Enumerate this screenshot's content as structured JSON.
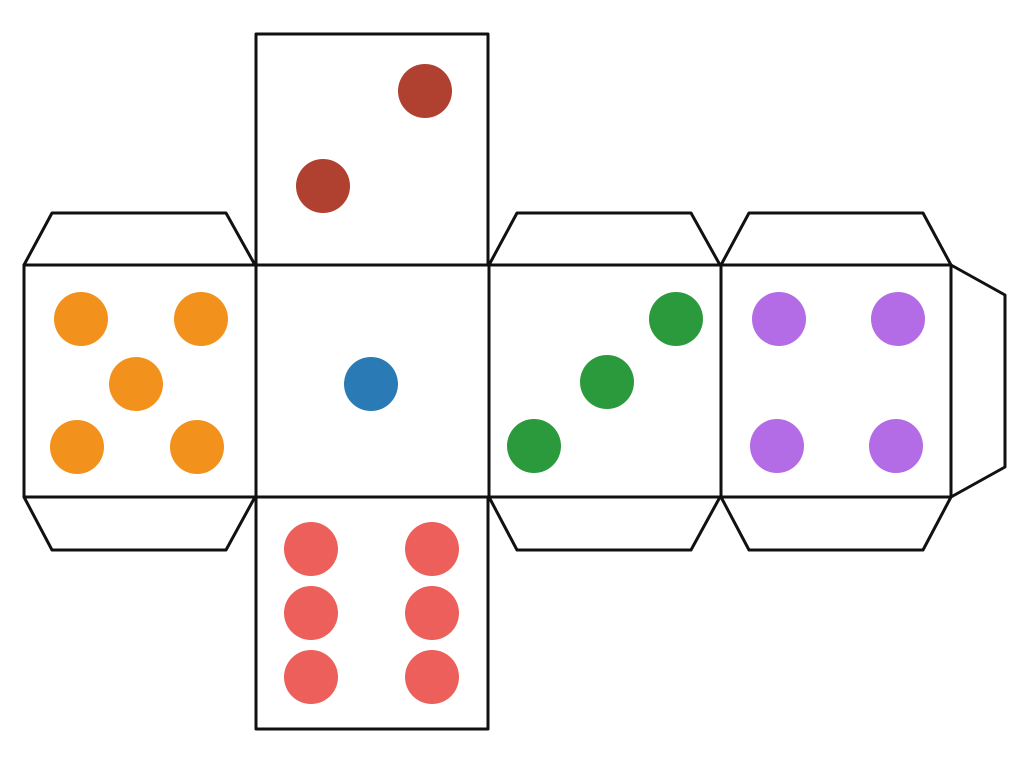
{
  "diagram": {
    "kind": "dice-net",
    "outline_color": "#111111",
    "background_color": "#ffffff"
  },
  "faces": [
    {
      "name": "face-two",
      "pips": 2,
      "color": "#b0402f"
    },
    {
      "name": "face-five",
      "pips": 5,
      "color": "#f2921c"
    },
    {
      "name": "face-one",
      "pips": 1,
      "color": "#2a7bb5"
    },
    {
      "name": "face-three",
      "pips": 3,
      "color": "#2b9a3c"
    },
    {
      "name": "face-four",
      "pips": 4,
      "color": "#b36be6"
    },
    {
      "name": "face-six",
      "pips": 6,
      "color": "#ec5f5b"
    }
  ],
  "glue_tabs": [
    "tab-left-top",
    "tab-left-bottom",
    "tab-middle-top",
    "tab-middle-bottom",
    "tab-right-top",
    "tab-right-bottom",
    "tab-far-right"
  ]
}
